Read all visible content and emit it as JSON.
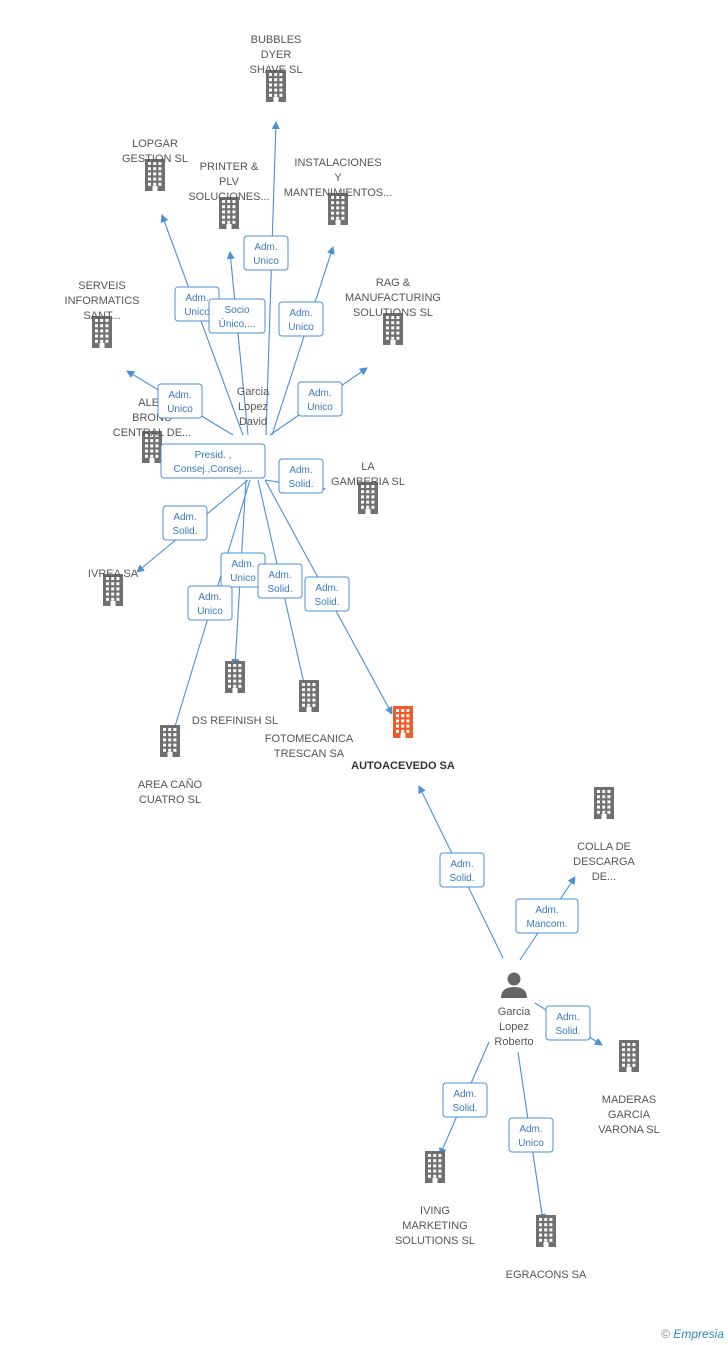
{
  "company_nodes": [
    {
      "id": "bubbles",
      "lines": [
        "BUBBLES",
        "DYER",
        "SHAVE  SL"
      ]
    },
    {
      "id": "lopgar",
      "lines": [
        "LOPGAR",
        "GESTION SL"
      ]
    },
    {
      "id": "printer",
      "lines": [
        "PRINTER &",
        "PLV",
        "SOLUCIONES..."
      ]
    },
    {
      "id": "instalaciones",
      "lines": [
        "INSTALACIONES",
        "Y",
        "MANTENIMIENTOS..."
      ]
    },
    {
      "id": "serveis",
      "lines": [
        "SERVEIS",
        "INFORMATICS",
        "SANT..."
      ]
    },
    {
      "id": "rag",
      "lines": [
        "RAG &",
        "MANUFACTURING",
        "SOLUTIONS  SL"
      ]
    },
    {
      "id": "alef",
      "lines": [
        "ALEF",
        "BRONC",
        "CENTRAL DE..."
      ]
    },
    {
      "id": "lagamberia",
      "lines": [
        "LA",
        "GAMBERIA SL"
      ]
    },
    {
      "id": "ivrea",
      "lines": [
        "IVREA SA"
      ]
    },
    {
      "id": "dsrefinish",
      "lines": [
        "DS REFINISH  SL"
      ]
    },
    {
      "id": "fotomecanica",
      "lines": [
        "FOTOMECANICA",
        "TRESCAN SA"
      ]
    },
    {
      "id": "autoacevedo",
      "lines": [
        "AUTOACEVEDO SA"
      ],
      "main": true
    },
    {
      "id": "areacano",
      "lines": [
        "AREA CAÑO",
        "CUATRO SL"
      ]
    },
    {
      "id": "colla",
      "lines": [
        "COLLA DE",
        "DESCARGA",
        "DE..."
      ]
    },
    {
      "id": "maderas",
      "lines": [
        "MADERAS",
        "GARCIA",
        "VARONA  SL"
      ]
    },
    {
      "id": "iving",
      "lines": [
        "IVING",
        "MARKETING",
        "SOLUTIONS SL"
      ]
    },
    {
      "id": "egracons",
      "lines": [
        "EGRACONS SA"
      ]
    }
  ],
  "person_nodes": [
    {
      "id": "david",
      "lines": [
        "Garcia",
        "Lopez",
        "David"
      ]
    },
    {
      "id": "roberto",
      "lines": [
        "Garcia",
        "Lopez",
        "Roberto"
      ]
    }
  ],
  "relations": [
    {
      "id": "r-bubbles",
      "lines": [
        "Adm.",
        "Unico"
      ]
    },
    {
      "id": "r-lopgar",
      "lines": [
        "Adm.",
        "Unico"
      ]
    },
    {
      "id": "r-printer",
      "lines": [
        "Socio",
        "Único,..."
      ]
    },
    {
      "id": "r-instalaciones",
      "lines": [
        "Adm.",
        "Unico"
      ]
    },
    {
      "id": "r-serveis",
      "lines": [
        "Adm.",
        "Unico"
      ]
    },
    {
      "id": "r-rag",
      "lines": [
        "Adm.",
        "Unico"
      ]
    },
    {
      "id": "r-alef",
      "lines": [
        "Presid. ,",
        "Consej.,Consej...."
      ]
    },
    {
      "id": "r-lagamberia",
      "lines": [
        "Adm.",
        "Solid."
      ]
    },
    {
      "id": "r-ivrea",
      "lines": [
        "Adm.",
        "Solid."
      ]
    },
    {
      "id": "r-dsrefinish",
      "lines": [
        "Adm.",
        "Unico"
      ]
    },
    {
      "id": "r-areacano",
      "lines": [
        "Adm.",
        "Unico"
      ]
    },
    {
      "id": "r-fotomecanica",
      "lines": [
        "Adm.",
        "Solid."
      ]
    },
    {
      "id": "r-autoacevedo-david",
      "lines": [
        "Adm.",
        "Solid."
      ]
    },
    {
      "id": "r-autoacevedo-roberto",
      "lines": [
        "Adm.",
        "Solid."
      ]
    },
    {
      "id": "r-colla",
      "lines": [
        "Adm.",
        "Mancom."
      ]
    },
    {
      "id": "r-maderas",
      "lines": [
        "Adm.",
        "Solid."
      ]
    },
    {
      "id": "r-iving",
      "lines": [
        "Adm.",
        "Solid."
      ]
    },
    {
      "id": "r-egracons",
      "lines": [
        "Adm.",
        "Unico"
      ]
    }
  ],
  "colors": {
    "building": "#707070",
    "building_main": "#f05a28",
    "edge": "#4a8fd8",
    "label": "#555555"
  },
  "footer": {
    "copyright": "©",
    "brand": "Empresia"
  }
}
